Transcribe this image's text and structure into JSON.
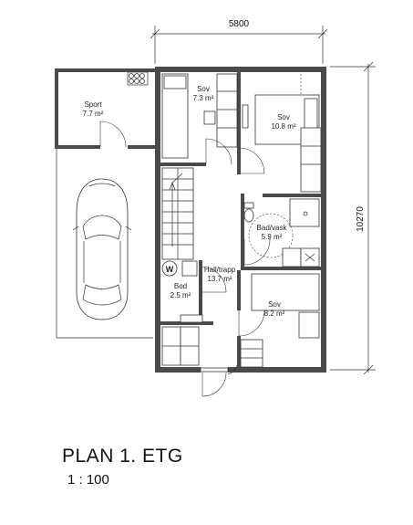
{
  "plan": {
    "title": "PLAN 1. ETG",
    "scale": "1 : 100",
    "dimensions": {
      "width": "5800",
      "depth": "10270"
    },
    "rooms": [
      {
        "id": "sport",
        "name": "Sport",
        "area": "7.7 m²"
      },
      {
        "id": "sov1",
        "name": "Sov",
        "area": "7.3 m²"
      },
      {
        "id": "sov2",
        "name": "Sov",
        "area": "10.8 m²"
      },
      {
        "id": "bad",
        "name": "Bad/vask",
        "area": "5.9 m²"
      },
      {
        "id": "hall",
        "name": "Hall/trapp",
        "area": "13.7 m²"
      },
      {
        "id": "bod",
        "name": "Bod",
        "area": "2.5 m²"
      },
      {
        "id": "sov3",
        "name": "Sov",
        "area": "8.2 m²"
      }
    ],
    "symbols": {
      "washer": "W"
    }
  }
}
